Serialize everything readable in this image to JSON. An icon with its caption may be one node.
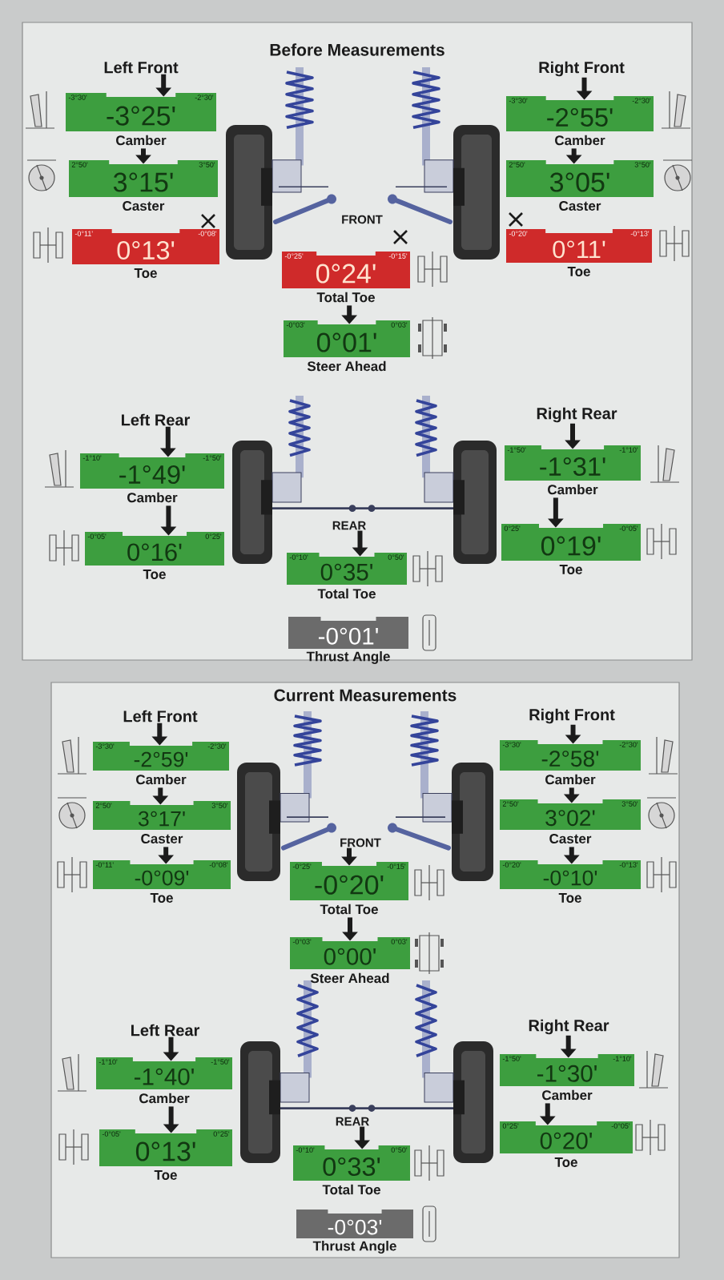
{
  "diagram": {
    "nodes": [
      {
        "text": [
          "Before Measurements"
        ]
      },
      {
        "text": [
          "Left Front"
        ],
        "in": 0
      },
      {
        "text": [
          "Right Front"
        ],
        "in": 0
      },
      {
        "text": [
          "-3°30'",
          "-2°30'",
          "-3°25'"
        ],
        "beside": [
          "Camber"
        ],
        "in": 0
      },
      {
        "text": [
          "-3°30'",
          "-2°30'",
          "-2°55'"
        ],
        "beside": [
          "Camber"
        ],
        "in": 0
      },
      {
        "text": [
          "2°50'",
          "3°50'",
          "3°15'"
        ],
        "beside": [
          "Caster"
        ],
        "in": 0
      },
      {
        "text": [
          "2°50'",
          "3°50'",
          "3°05'"
        ],
        "beside": [
          "Caster"
        ],
        "in": 0
      },
      {
        "text": [
          "-0°11'",
          "-0°08'",
          "0°13'"
        ],
        "beside": [
          "Toe"
        ],
        "in": 0
      },
      {
        "text": [
          "-0°20'",
          "-0°13'",
          "0°11'"
        ],
        "beside": [
          "Toe"
        ],
        "in": 0
      },
      {
        "text": [
          "-0°25'",
          "-0°15'",
          "0°24'"
        ],
        "beside": [
          "Total Toe"
        ],
        "in": 0
      },
      {
        "text": [
          "-0°03'",
          "0°03'",
          "0°01'"
        ],
        "beside": [
          "Steer Ahead"
        ],
        "in": 0
      },
      {
        "text": [
          "Left Rear"
        ],
        "in": 0
      },
      {
        "text": [
          "Right Rear"
        ],
        "in": 0
      },
      {
        "text": [
          "-1°10'",
          "-1°50'",
          "-1°49'"
        ],
        "beside": [
          "Camber"
        ],
        "in": 0
      },
      {
        "text": [
          "-1°50'",
          "-1°10'",
          "-1°31'"
        ],
        "beside": [
          "Camber"
        ],
        "in": 0
      },
      {
        "text": [
          "-0°05'",
          "0°25'",
          "0°16'"
        ],
        "beside": [
          "Toe"
        ],
        "in": 0
      },
      {
        "text": [
          "0°25'",
          "-0°05'",
          "0°19'"
        ],
        "beside": [
          "Toe"
        ],
        "in": 0
      },
      {
        "text": [
          "REAR"
        ],
        "in": 0
      },
      {
        "text": [
          "-0°10'",
          "0°50'",
          "0°35'"
        ],
        "beside": [
          "Total Toe"
        ],
        "in": 0
      },
      {
        "text": [
          "-0°01'"
        ],
        "beside": [
          "Thrust Angle"
        ],
        "in": 0
      },
      {
        "text": [
          "Current Measurements"
        ]
      },
      {
        "text": [
          "Left Front"
        ],
        "in": 20
      },
      {
        "text": [
          "Right Front"
        ],
        "in": 20
      },
      {
        "text": [
          "-3°30'",
          "-2°30'",
          "-2°59'"
        ],
        "beside": [
          "Camber"
        ],
        "in": 20
      },
      {
        "text": [
          "-3°30'",
          "-2°30'",
          "-2°58'"
        ],
        "beside": [
          "Camber"
        ],
        "in": 20
      },
      {
        "text": [
          "2°50'",
          "3°50'",
          "3°17'"
        ],
        "beside": [
          "Caster"
        ],
        "in": 20
      },
      {
        "text": [
          "2°50'",
          "3°50'",
          "3°02'"
        ],
        "beside": [
          "Caster"
        ],
        "in": 20
      },
      {
        "text": [
          "FRONT"
        ],
        "in": 20
      },
      {
        "text": [
          "-0°11'",
          "-0°08'",
          "-0°09'"
        ],
        "beside": [
          "Toe"
        ],
        "in": 20
      },
      {
        "text": [
          "-0°20'",
          "-0°13'",
          "-0°10'"
        ],
        "beside": [
          "Toe"
        ],
        "in": 20
      },
      {
        "text": [
          "-0°25'",
          "-0°15'",
          "-0°20'"
        ],
        "beside": [
          "Total Toe"
        ],
        "in": 20
      },
      {
        "text": [
          "-0°03'",
          "0°03'",
          "0°00'"
        ],
        "beside": [
          "Steer Ahead"
        ],
        "in": 20
      },
      {
        "text": [
          "Left Rear"
        ],
        "in": 20
      },
      {
        "text": [
          "Right Rear"
        ],
        "in": 20
      },
      {
        "text": [
          "-1°10'",
          "-1°50'",
          "-1°40'"
        ],
        "beside": [
          "Camber"
        ],
        "in": 20
      },
      {
        "text": [
          "-1°50'",
          "-1°10'",
          "-1°30'"
        ],
        "beside": [
          "Camber"
        ],
        "in": 20
      },
      {
        "text": [
          "-0°05'",
          "0°25'",
          "0°13'"
        ],
        "beside": [
          "Toe"
        ],
        "in": 20
      },
      {
        "text": [
          "0°25'",
          "-0°05'",
          "0°20'"
        ],
        "beside": [
          "Toe"
        ],
        "in": 20
      },
      {
        "text": [
          "REAR"
        ],
        "in": 20
      },
      {
        "text": [
          "-0°10'",
          "0°50'",
          "0°33'"
        ],
        "beside": [
          "Total Toe"
        ],
        "in": 20
      },
      {
        "text": [
          "-0°03'"
        ],
        "beside": [
          "Thrust Angle"
        ],
        "in": 20
      }
    ],
    "edges": [
      {
        "from": 1,
        "to": 3,
        "arrow": "to"
      },
      {
        "from": 2,
        "to": 4,
        "arrow": "to"
      },
      {
        "from": 3,
        "to": 5,
        "arrow": "to"
      },
      {
        "from": 4,
        "to": 6,
        "arrow": "to"
      },
      {
        "from": 9,
        "to": 10,
        "arrow": "to"
      },
      {
        "from": 11,
        "to": 13,
        "arrow": "to"
      },
      {
        "from": 12,
        "to": 14,
        "arrow": "to"
      },
      {
        "from": 13,
        "to": 15,
        "arrow": "to"
      },
      {
        "from": 14,
        "to": 16,
        "arrow": "to"
      },
      {
        "from": 17,
        "to": 18,
        "arrow": "to"
      },
      {
        "from": 21,
        "to": 23,
        "arrow": "to"
      },
      {
        "from": 22,
        "to": 24,
        "arrow": "to"
      },
      {
        "from": 23,
        "to": 25,
        "arrow": "to"
      },
      {
        "from": 24,
        "to": 26,
        "arrow": "to"
      },
      {
        "from": 25,
        "to": 28,
        "arrow": "to"
      },
      {
        "from": 26,
        "to": 29,
        "arrow": "to"
      },
      {
        "from": 27,
        "to": 30,
        "arrow": "to"
      },
      {
        "from": 30,
        "to": 31,
        "arrow": "to"
      },
      {
        "from": 32,
        "to": 34,
        "arrow": "to"
      },
      {
        "from": 33,
        "to": 35,
        "arrow": "to"
      },
      {
        "from": 34,
        "to": 36,
        "arrow": "to"
      },
      {
        "from": 35,
        "to": 37,
        "arrow": "to"
      },
      {
        "from": 38,
        "to": 39,
        "arrow": "to"
      }
    ],
    "labels": [
      "FRONT"
    ]
  }
}
